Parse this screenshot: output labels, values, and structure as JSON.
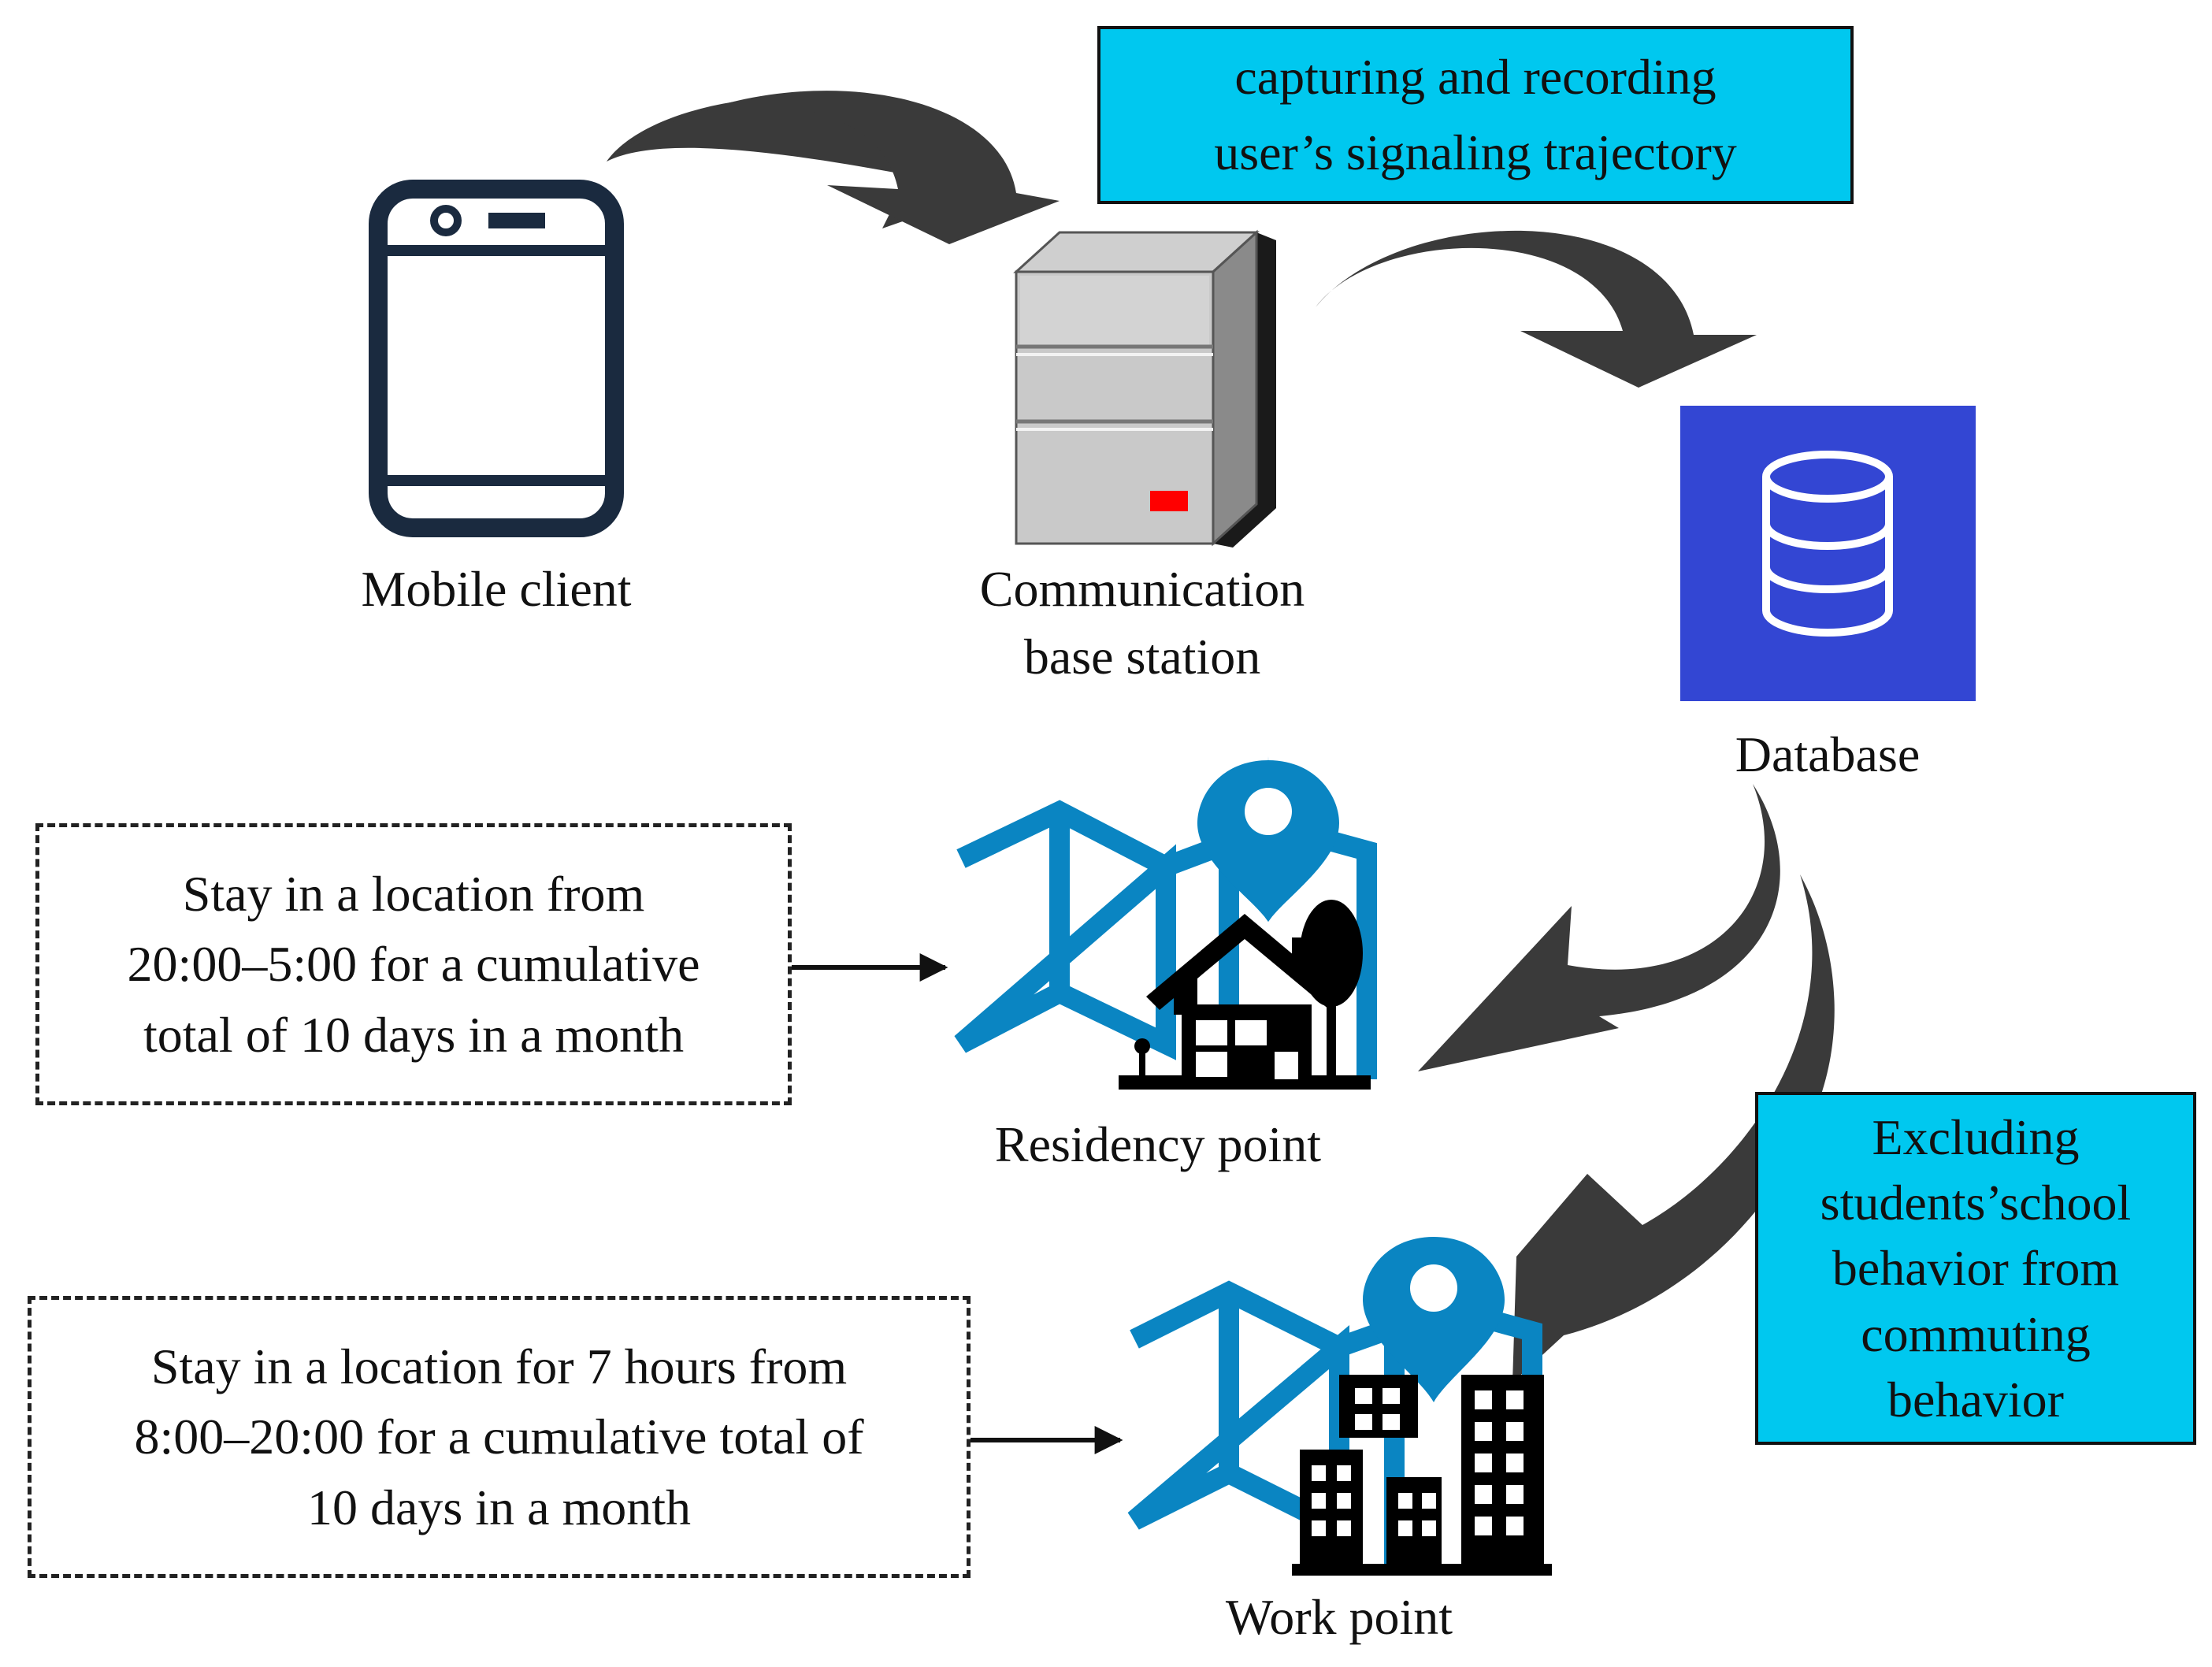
{
  "colors": {
    "cyan_box": "#00c8ef",
    "database_bg": "#3346d3",
    "map_blue": "#0a85c2",
    "arrow_gray": "#3a3a3a",
    "phone_navy": "#1a2a3f",
    "indicator_red": "#ff0000"
  },
  "nodes": {
    "mobile_client": {
      "label": "Mobile client",
      "icon": "smartphone-icon"
    },
    "base_station": {
      "label_lines": [
        "Communication",
        "base station"
      ],
      "icon": "server-icon"
    },
    "database": {
      "label": "Database",
      "icon": "database-icon"
    },
    "residency_point": {
      "label": "Residency point",
      "icon": "map-house-icon"
    },
    "work_point": {
      "label": "Work point",
      "icon": "map-buildings-icon"
    }
  },
  "annotations": {
    "capture": {
      "lines": [
        "capturing and recording",
        "user’s signaling trajectory"
      ]
    },
    "excluding": {
      "lines": [
        "Excluding",
        "students’school",
        "behavior from",
        "commuting",
        "behavior"
      ]
    },
    "residency_rule": {
      "lines": [
        "Stay in a location from",
        "20:00–5:00 for a cumulative",
        "total of 10 days in a month"
      ]
    },
    "work_rule": {
      "lines": [
        "Stay in a location for 7 hours from",
        "8:00–20:00 for a cumulative total of",
        "10 days in a month"
      ]
    }
  }
}
